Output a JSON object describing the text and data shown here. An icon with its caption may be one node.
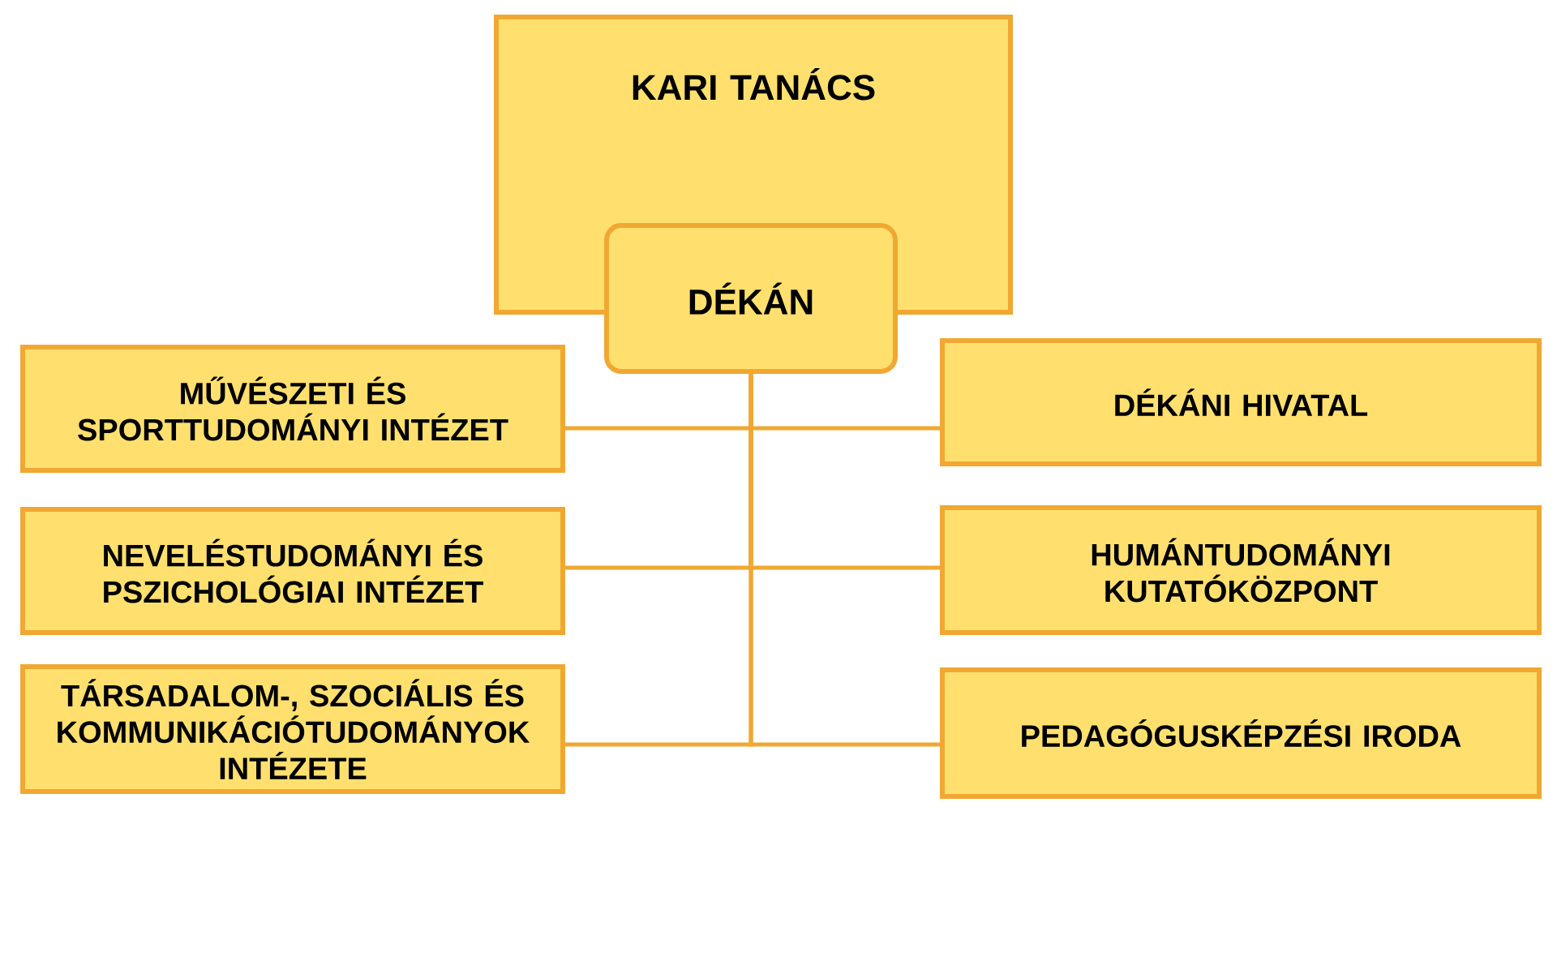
{
  "diagram": {
    "nodes": [
      {
        "text": [
          "KARI TANÁCS"
        ]
      },
      {
        "text": [
          "DÉKÁN"
        ]
      },
      {
        "text": [
          "MŰVÉSZETI ÉS SPORTTUDOMÁNYI INTÉZET"
        ]
      },
      {
        "text": [
          "DÉKÁNI HIVATAL"
        ]
      },
      {
        "text": [
          "NEVELÉSTUDOMÁNYI ÉS PSZICHOLÓGIAI INTÉZET"
        ]
      },
      {
        "text": [
          "HUMÁNTUDOMÁNYI KUTATÓKÖZPONT"
        ]
      },
      {
        "text": [
          "TÁRSADALOM-, SZOCIÁLIS ÉS KOMMUNIKÁCIÓTUDOMÁNYOK INTÉZETE"
        ]
      },
      {
        "text": [
          "PEDAGÓGUSKÉPZÉSI IRODA"
        ]
      }
    ],
    "edges": [
      {
        "from": 1,
        "to": 2,
        "arrow": "none"
      },
      {
        "from": 1,
        "to": 3,
        "arrow": "none"
      },
      {
        "from": 1,
        "to": 4,
        "arrow": "none"
      },
      {
        "from": 1,
        "to": 5,
        "arrow": "none"
      },
      {
        "from": 1,
        "to": 6,
        "arrow": "none"
      },
      {
        "from": 1,
        "to": 7,
        "arrow": "none"
      }
    ]
  }
}
